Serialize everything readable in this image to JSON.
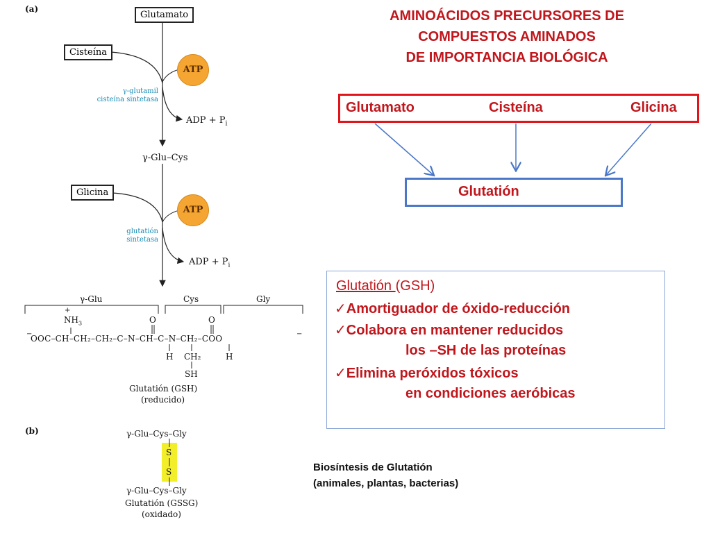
{
  "panel_a": {
    "label": "(a)",
    "glutamato": "Glutamato",
    "cisteina": "Cisteína",
    "atp1": "ATP",
    "enzyme1_line1": "γ-glutamil",
    "enzyme1_line2": "cisteína sintetasa",
    "adp1": "ADP + P",
    "adp1_sub": "i",
    "intermediate": "γ-Glu–Cys",
    "glicina": "Glicina",
    "atp2": "ATP",
    "enzyme2_line1": "glutatión",
    "enzyme2_line2": "sintetasa",
    "adp2": "ADP + P",
    "adp2_sub": "i"
  },
  "structure": {
    "seg_glu": "γ-Glu",
    "seg_cys": "Cys",
    "seg_gly": "Gly",
    "plus": "+",
    "nh3": "NH",
    "nh3_sub": "3",
    "o1": "O",
    "o2": "O",
    "backbone": "OOC–CH–CH₂–CH₂–C–N–CH–C–N–CH₂–COO",
    "minus1": "−",
    "minus2": "−",
    "h1": "H",
    "ch2": "CH₂",
    "h2": "H",
    "sh": "SH",
    "name": "Glutatión (GSH)",
    "state": "(reducido)"
  },
  "panel_b": {
    "label": "(b)",
    "top": "γ-Glu–Cys–Gly",
    "s1": "S",
    "s2": "S",
    "bottom": "γ-Glu–Cys–Gly",
    "name": "Glutatión (GSSG)",
    "state": "(oxidado)"
  },
  "title": {
    "line1": "AMINOÁCIDOS PRECURSORES DE",
    "line2": "COMPUESTOS AMINADOS",
    "line3": "DE IMPORTANCIA BIOLÓGICA"
  },
  "precursors": {
    "glutamato": "Glutamato",
    "cisteina": "Cisteína",
    "glicina": "Glicina"
  },
  "product": "Glutatión",
  "info": {
    "heading_underlined": "Glutatión ",
    "heading_rest": "(GSH)",
    "items": [
      "Amortiguador de óxido-reducción",
      "Colabora en mantener reducidos",
      "los –SH de las proteínas",
      "Elimina peróxidos tóxicos",
      "en condiciones aeróbicas"
    ]
  },
  "caption": {
    "line1": "Biosíntesis de Glutatión",
    "line2": "(animales, plantas, bacterias)"
  },
  "colors": {
    "red": "#c0161c",
    "blue_arrow": "#4a77c8",
    "atp": "#f5a531",
    "enzyme": "#178bb5",
    "highlight": "#f3ee2a"
  }
}
